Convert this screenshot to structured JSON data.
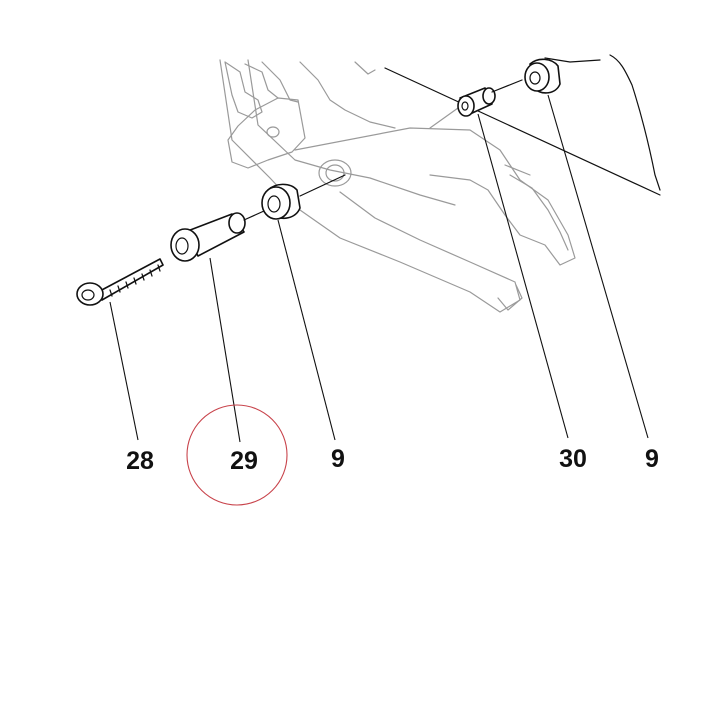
{
  "callouts": [
    {
      "id": "c28",
      "text": "28"
    },
    {
      "id": "c29",
      "text": "29"
    },
    {
      "id": "c9a",
      "text": "9"
    },
    {
      "id": "c30",
      "text": "30"
    },
    {
      "id": "c9b",
      "text": "9"
    }
  ],
  "colors": {
    "ghost_stroke": "#9a9a9a",
    "part_stroke": "#111111",
    "highlight_circle": "#c8434b"
  },
  "highlighted_callout": "29"
}
